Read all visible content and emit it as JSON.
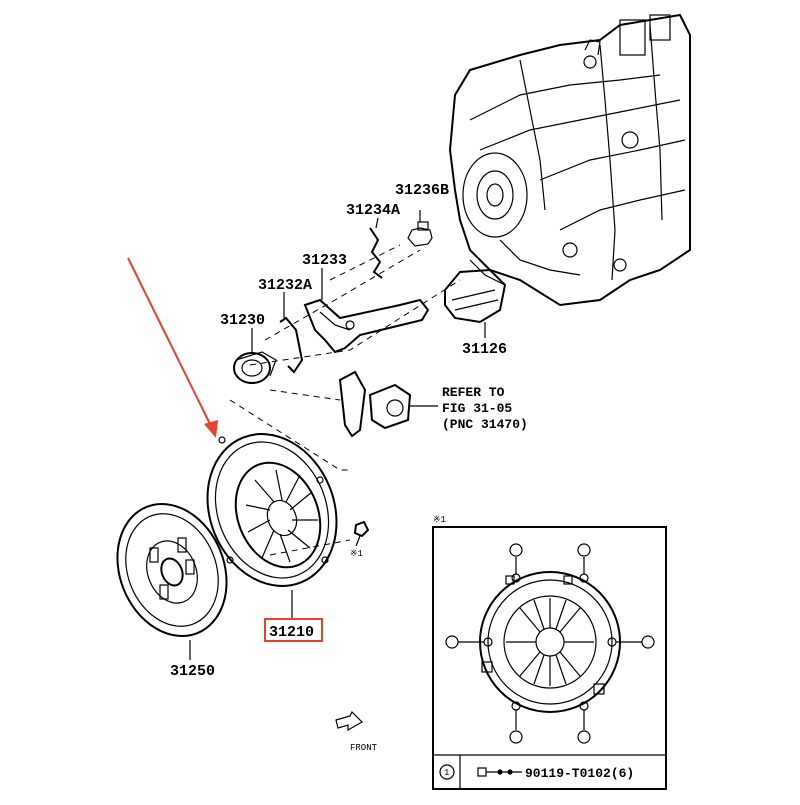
{
  "diagram": {
    "labels": {
      "p31236B": "31236B",
      "p31234A": "31234A",
      "p31233": "31233",
      "p31232A": "31232A",
      "p31230": "31230",
      "p31126": "31126",
      "p31210": "31210",
      "p31250": "31250"
    },
    "refer": {
      "line1": "REFER TO",
      "line2": "FIG 31-05",
      "line3": "(PNC 31470)"
    },
    "note_mark": "※1",
    "inset_mark": "※1",
    "front_label": "FRONT",
    "legend": {
      "circle_num": "1",
      "part": "90119-T0102(6)"
    },
    "highlight_color": "#e8412c",
    "arrow_color": "#e8412c"
  }
}
